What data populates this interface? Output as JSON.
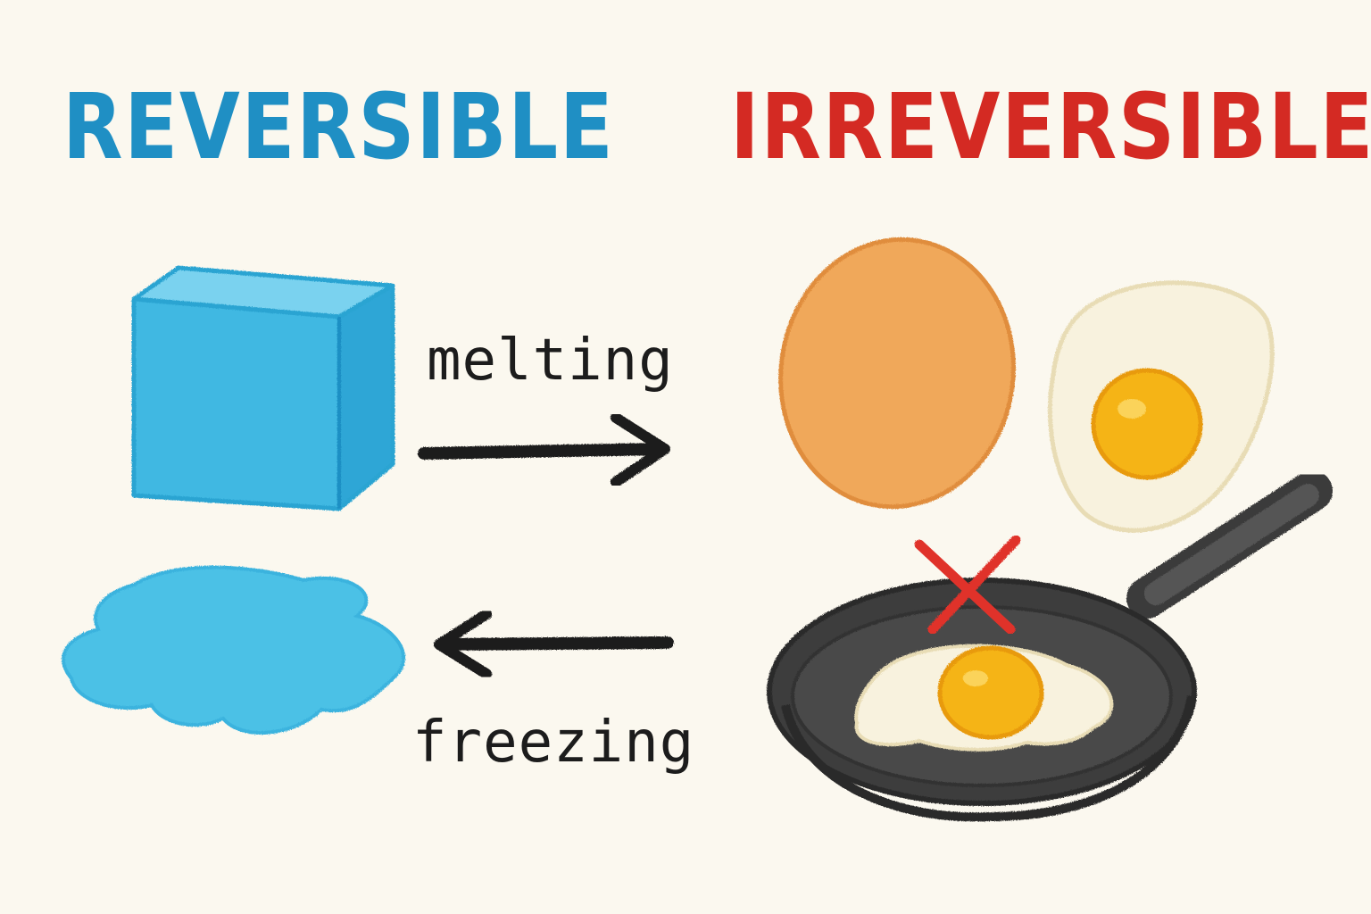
{
  "headings": {
    "reversible": "REVERSIBLE",
    "irreversible": "IRREVERSIBLE"
  },
  "processes": {
    "forward": "melting",
    "backward": "freezing"
  },
  "colors": {
    "background": "#fbf8ef",
    "reversible": "#1f8fc4",
    "irreversible": "#d42a23",
    "ink": "#1c1c1c",
    "ice": "#3fb8e2",
    "water": "#4cc1e6",
    "egg_shell": "#f0a85a",
    "egg_white": "#f8f2de",
    "yolk": "#f5b414",
    "pan": "#4a4a4a",
    "cross": "#e0332b"
  },
  "icons": {
    "ice_cube": "ice-cube-icon",
    "water_puddle": "water-puddle-icon",
    "raw_egg": "raw-egg-icon",
    "fried_egg": "fried-egg-icon",
    "frying_pan": "frying-pan-icon",
    "red_cross": "cross-icon",
    "forward_arrow": "arrow-right-icon",
    "backward_arrow": "arrow-left-icon"
  }
}
